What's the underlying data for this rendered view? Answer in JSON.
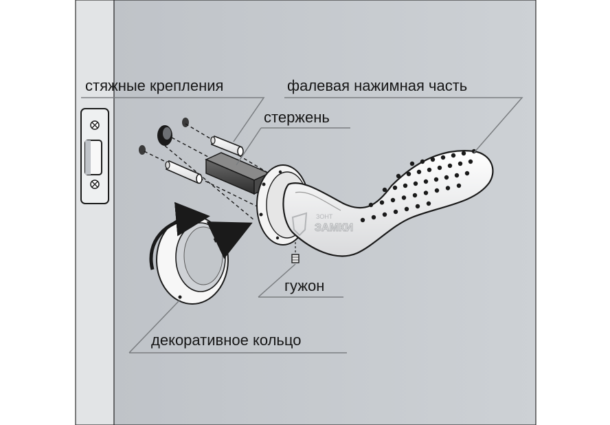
{
  "labels": {
    "fasteners": "стяжные крепления",
    "lever": "фалевая нажимная часть",
    "spindle": "стержень",
    "grub_screw": "гужон",
    "rosette": "декоративное кольцо"
  },
  "watermark": {
    "line1": "ЗОНТ",
    "line2": "ЗАМКИ"
  },
  "colors": {
    "background": "#ffffff",
    "door": "#c9cdd1",
    "frame": "#e4e6e8",
    "outline": "#1a1a1a",
    "metal": "#f2f2f2",
    "leader": "#7a7d80",
    "arrow": "#1a1a1a"
  }
}
